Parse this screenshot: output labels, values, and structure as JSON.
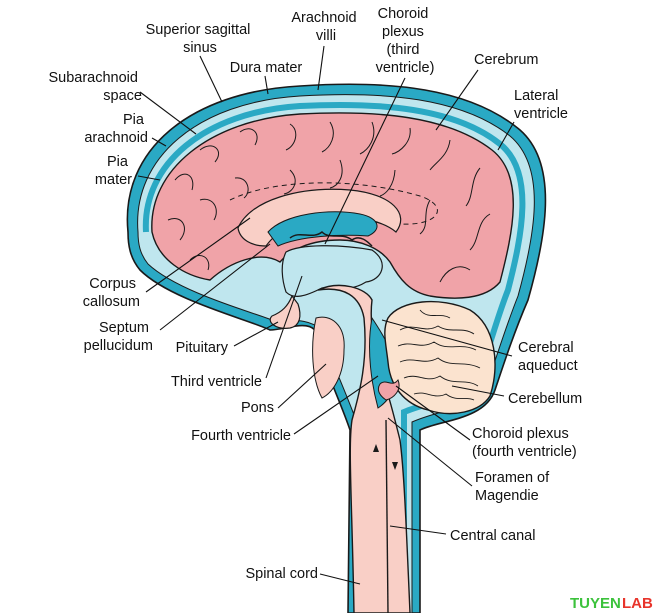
{
  "labels": {
    "superior_sagittal_sinus": [
      "Superior sagittal",
      "sinus"
    ],
    "arachnoid_villi": [
      "Arachnoid",
      "villi"
    ],
    "choroid_plexus_third": [
      "Choroid",
      "plexus",
      "(third",
      "ventricle)"
    ],
    "dura_mater": [
      "Dura mater"
    ],
    "subarachnoid_space": [
      "Subarachnoid",
      "space"
    ],
    "pia_arachnoid": [
      "Pia",
      "arachnoid"
    ],
    "pia_mater": [
      "Pia",
      "mater"
    ],
    "cerebrum": [
      "Cerebrum"
    ],
    "lateral_ventricle": [
      "Lateral",
      "ventricle"
    ],
    "corpus_callosum": [
      "Corpus",
      "callosum"
    ],
    "septum_pellucidum": [
      "Septum",
      "pellucidum"
    ],
    "pituitary": [
      "Pituitary"
    ],
    "third_ventricle": [
      "Third ventricle"
    ],
    "pons": [
      "Pons"
    ],
    "fourth_ventricle": [
      "Fourth ventricle"
    ],
    "cerebral_aqueduct": [
      "Cerebral",
      "aqueduct"
    ],
    "cerebellum": [
      "Cerebellum"
    ],
    "choroid_plexus_fourth": [
      "Choroid plexus",
      "(fourth ventricle)"
    ],
    "foramen_of_magendie": [
      "Foramen of",
      "Magendie"
    ],
    "central_canal": [
      "Central canal"
    ],
    "spinal_cord": [
      "Spinal cord"
    ]
  },
  "watermark": {
    "part1": "TUYEN",
    "part2": "LAB"
  },
  "colors": {
    "csf": "#2aa9c4",
    "csf_light": "#bfe6ee",
    "cerebrum": "#f0a3a8",
    "brainstem": "#f9cfc6",
    "cerebellum": "#fbe3cf",
    "outline": "#1a1a1a"
  }
}
